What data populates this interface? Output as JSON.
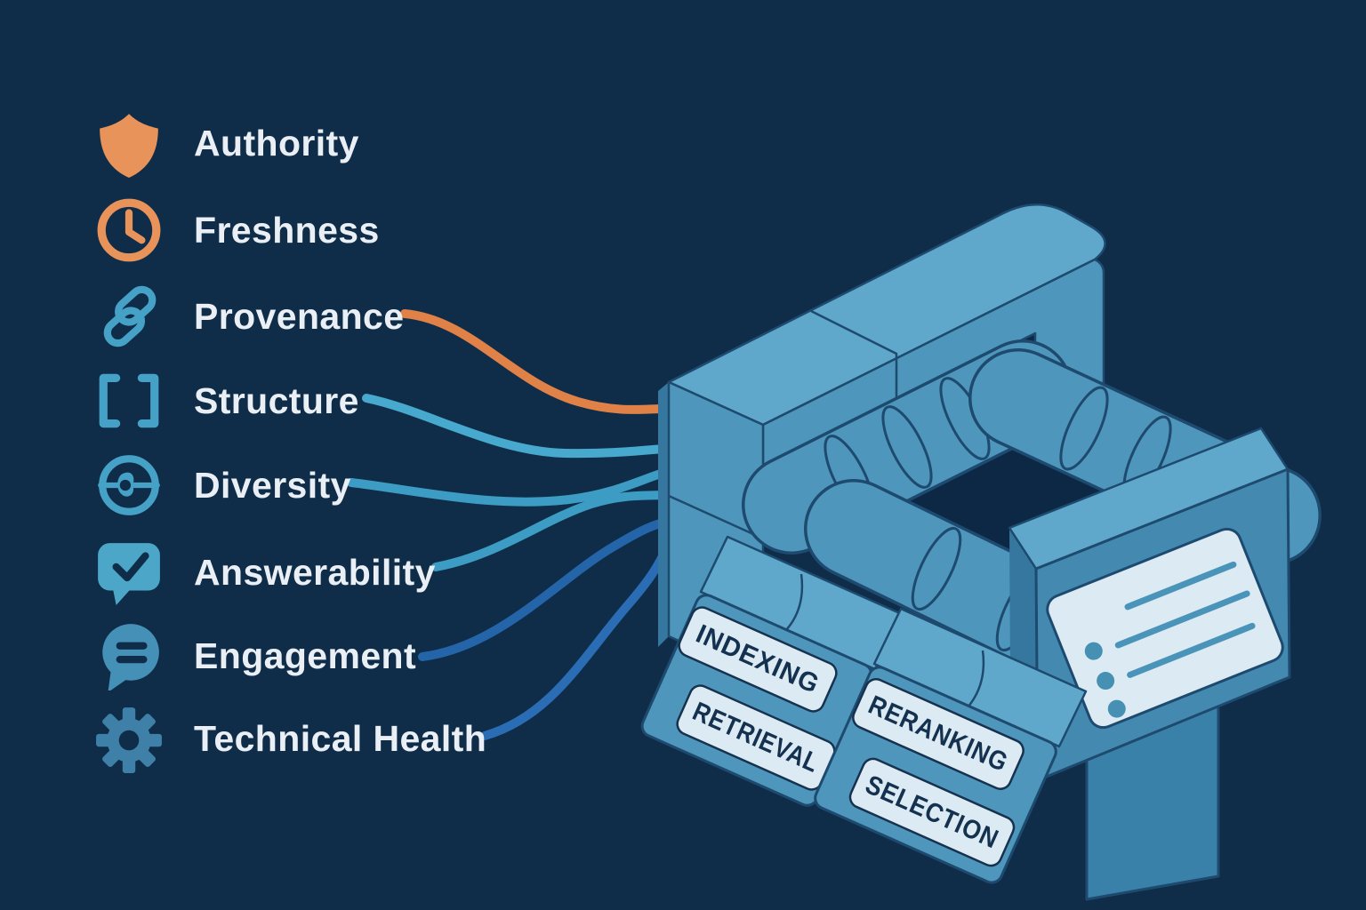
{
  "background_color": "#0f2d48",
  "factors": [
    {
      "label": "Authority",
      "icon": "shield-icon",
      "icon_color": "#e8935a"
    },
    {
      "label": "Freshness",
      "icon": "clock-icon",
      "icon_color": "#e8935a"
    },
    {
      "label": "Provenance",
      "icon": "chain-link-icon",
      "icon_color": "#45a1c6",
      "connector_color": "#e08148"
    },
    {
      "label": "Structure",
      "icon": "brackets-icon",
      "icon_color": "#45a1c6",
      "connector_color": "#47a9cd"
    },
    {
      "label": "Diversity",
      "icon": "target-icon",
      "icon_color": "#45a1c6",
      "connector_color": "#3d9cc4"
    },
    {
      "label": "Answerability",
      "icon": "chat-check-icon",
      "icon_color": "#4ba6c8",
      "connector_color": "#3d9cc4"
    },
    {
      "label": "Engagement",
      "icon": "chat-lines-icon",
      "icon_color": "#4590b7",
      "connector_color": "#2464a8"
    },
    {
      "label": "Technical Health",
      "icon": "gear-icon",
      "icon_color": "#3e80a8",
      "connector_color": "#2b6db5"
    }
  ],
  "machine": {
    "stages": [
      "INDEXING",
      "RETRIEVAL",
      "RERANKING",
      "SELECTION"
    ],
    "body_colors": {
      "top_face": "#5fa8cb",
      "front_face": "#4e96bb",
      "slab_face": "#4489b0",
      "side_face": "#35779f",
      "shadow_hole": "#0c2844",
      "outline": "#1d4a6e"
    },
    "plate": {
      "background": "#dcebf3",
      "text_color": "#14314f"
    },
    "output_panel": {
      "bullet_count": 3,
      "line_count": 3,
      "background": "#dcebf3",
      "accent": "#4690b4"
    }
  }
}
